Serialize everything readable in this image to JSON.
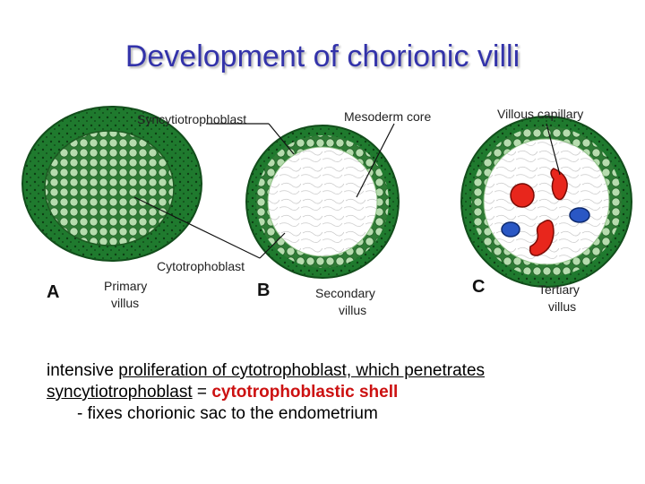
{
  "title": "Development of chorionic villi",
  "diagram": {
    "labels": {
      "syncytiotrophoblast": "Syncytiotrophoblast",
      "mesoderm_core": "Mesoderm core",
      "villous_capillary": "Villous capillary",
      "cytotrophoblast": "Cytotrophoblast"
    },
    "panels": [
      {
        "letter": "A",
        "name_line1": "Primary",
        "name_line2": "villus"
      },
      {
        "letter": "B",
        "name_line1": "Secondary",
        "name_line2": "villus"
      },
      {
        "letter": "C",
        "name_line1": "Tertiary",
        "name_line2": "villus"
      }
    ],
    "colors": {
      "syncytium": "#1f7a2e",
      "cyto_cells": "#b6dcae",
      "mesoderm": "#ffffff",
      "artery": "#e8261c",
      "vein": "#2a57c4"
    }
  },
  "text": {
    "line1_plain": "intensive ",
    "line1_underlined": "proliferation of cytotrophoblast, which penetrates",
    "line2_underlined": "syncytiotrophoblast",
    "line2_equals": " = ",
    "line2_bold": "cytotrophoblastic shell",
    "line3": "- fixes chorionic sac to the endometrium"
  }
}
